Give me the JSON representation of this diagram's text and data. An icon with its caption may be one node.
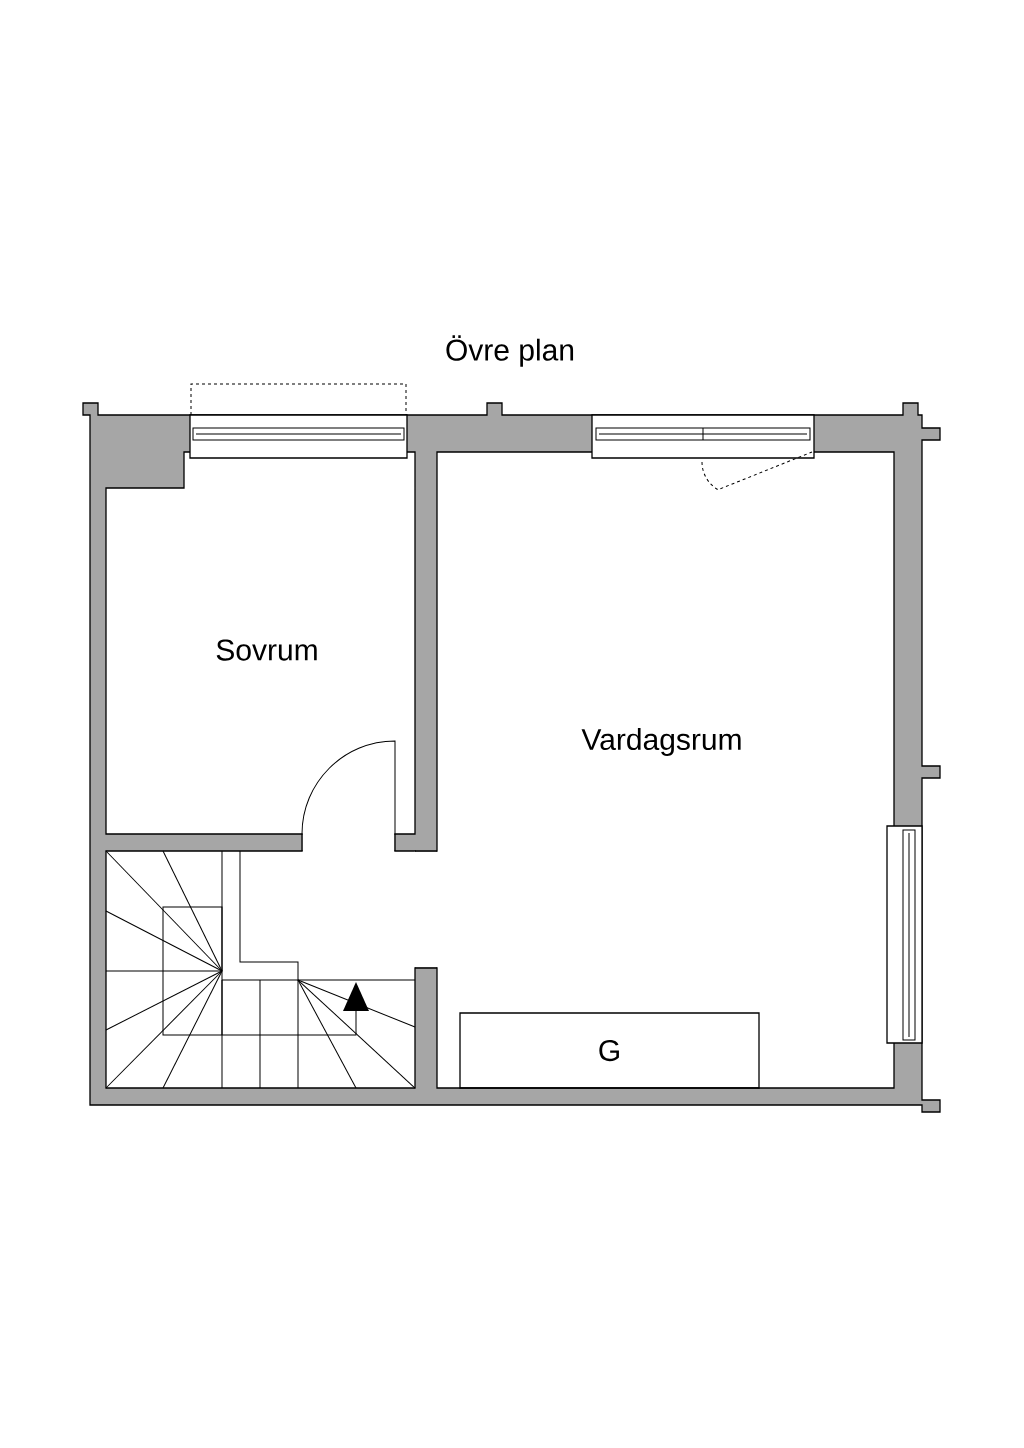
{
  "diagram": {
    "title": "Övre plan",
    "nodes": [
      {
        "text": [
          "G"
        ]
      }
    ],
    "labels": [
      "Sovrum",
      "Vardagsrum"
    ]
  }
}
